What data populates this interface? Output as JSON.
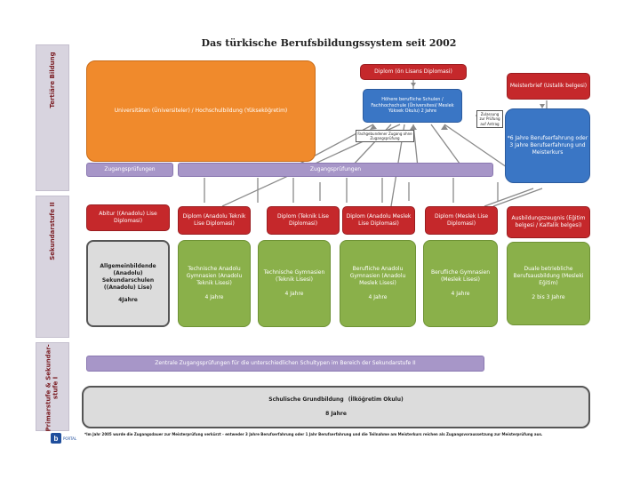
{
  "title": "Das türkische Berufsbildungssystem seit 2002",
  "sidebar": {
    "tertiary": "Tertiäre Bildung",
    "secondary2": "Sekundarstufe II",
    "primary": "Primarstufe & Sekundar-\nstufe I"
  },
  "tertiary": {
    "universities": "Universitäten (Üniversiteler) / Hochschulbildung (Yükseköğretim)",
    "diploma": "Diplom (ön Lisans Diplomasi)",
    "higher_voc": "Höhere berufliche Schulen / Fachhochschule (Üniversitesi/ Meslek Yüksek Okulu) 2 Jahre",
    "meister": "Meisterbrief (Ustalik belgesi)",
    "meister_req": "*6 Jahre Berufserfahrung oder 3 Jahre Berufserfahrung und Meisterkurs",
    "access_exam_note": "Zulassung zur Prüfung auf Antrag",
    "direct_access_note": "Fachgebundener Zugang ohne Zugangsprüfung"
  },
  "exams": {
    "left": "Zugangsprüfungen",
    "right": "Zugangsprüfungen"
  },
  "secondary": {
    "certs": [
      "Abitur ((Anadolu) Lise Diplomasi)",
      "Diplom (Anadolu Teknik Lise Diplomasi)",
      "Diplom (Teknik Lise Diplomasi)",
      "Diplom (Anadolu Meslek Lise Diplomasi)",
      "Diplom (Meslek Lise Diplomasi)",
      "Ausbildungszeugnis (Eğitim belgesi / Kalfalik belgesi)"
    ],
    "schools": [
      {
        "name": "Allgemeinbildende (Anadolu) Sekundarschulen ((Anadolu) Lise)",
        "years": "4Jahre"
      },
      {
        "name": "Technische Anadolu Gymnasien (Anadolu Teknik Lisesi)",
        "years": "4 Jahre"
      },
      {
        "name": "Technische Gymnasien (Teknik Lisesi)",
        "years": "4 Jahre"
      },
      {
        "name": "Berufliche Anadolu Gymnasien (Anadolu Meslek Lisesi)",
        "years": "4 Jahre"
      },
      {
        "name": "Berufliche Gymnasien (Meslek Lisesi)",
        "years": "4 Jahre"
      },
      {
        "name": "Duale betriebliche Berufsausbildung (Mesleki Eğitim)",
        "years": "2 bis 3 Jahre"
      }
    ]
  },
  "central_exams": "Zentrale Zugangsprüfungen für die unterschiedlichen Schultypen im Bereich der Sekundarstufe II",
  "primary": {
    "title": "Schulische Grundbildung",
    "subtitle": "(İlköğretim Okulu)",
    "years": "8 Jahre"
  },
  "footnote": "*Im Jahr 2005 wurde die Zugangsdauer zur Meisterprüfung verkürzt - entweder 3 Jahre Berufserfahrung oder 1 Jahr Berufserfahrung und die Teilnahme am Meisterkurs reichen als Zugangsvoraussetzung zur Meisterprüfung aus.",
  "logo": {
    "text": "PORTAL"
  }
}
